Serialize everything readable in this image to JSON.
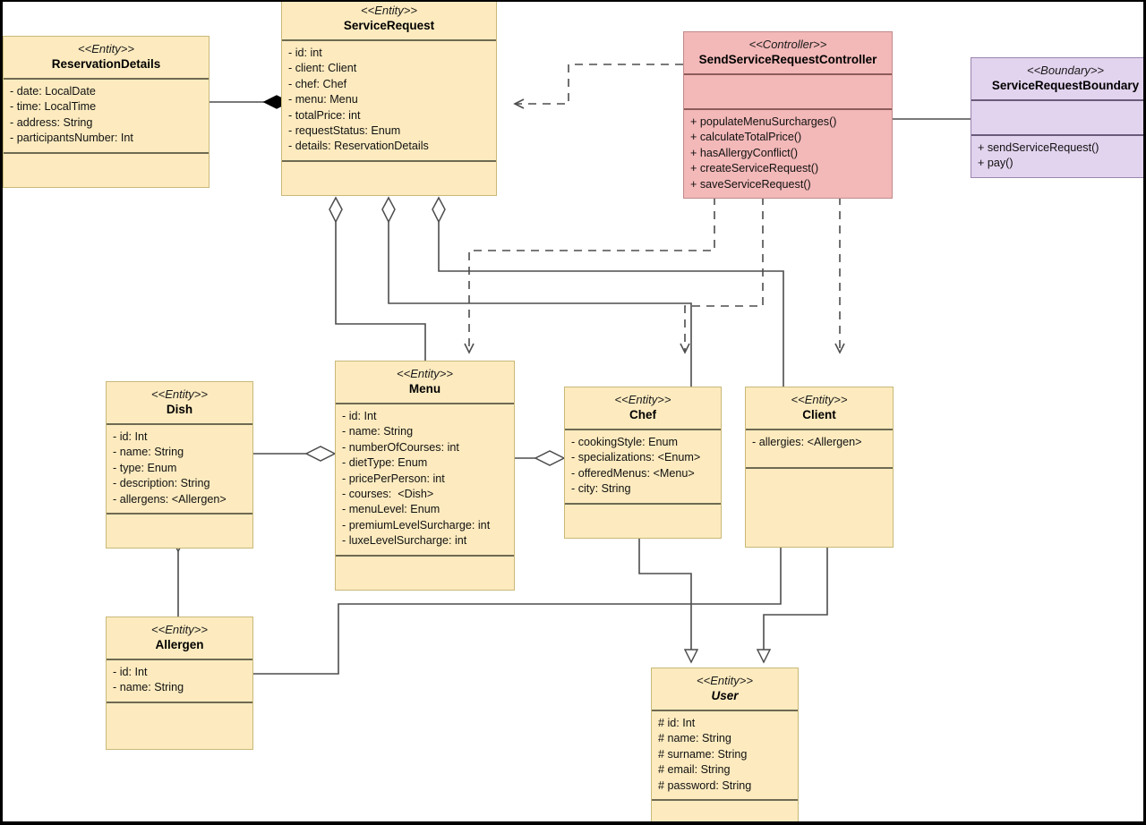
{
  "diagram": {
    "title": "Service Request UML Class Diagram",
    "type": "uml-class-diagram",
    "colors": {
      "entity_fill": "#fdebbf",
      "entity_border": "#c8b878",
      "controller_fill": "#f3b8b8",
      "controller_border": "#c08b8b",
      "boundary_fill": "#e2d3ee",
      "boundary_border": "#9b86ae",
      "line": "#4d4d4d",
      "separator": "#6e6a52",
      "background": "#ffffff"
    }
  },
  "classes": {
    "reservation_details": {
      "stereotype": "<<Entity>>",
      "name": "ReservationDetails",
      "attributes": [
        "- date: LocalDate",
        "- time: LocalTime",
        "- address: String",
        "- participantsNumber: Int"
      ],
      "operations": []
    },
    "service_request": {
      "stereotype": "<<Entity>>",
      "name": "ServiceRequest",
      "attributes": [
        "- id: int",
        "- client: Client",
        "- chef: Chef",
        "- menu: Menu",
        "- totalPrice: int",
        "- requestStatus: Enum",
        "- details: ReservationDetails"
      ],
      "operations": []
    },
    "send_service_request_controller": {
      "stereotype": "<<Controller>>",
      "name": "SendServiceRequestController",
      "attributes": [],
      "operations": [
        "+ populateMenuSurcharges()",
        "+ calculateTotalPrice()",
        "+ hasAllergyConflict()",
        "+ createServiceRequest()",
        "+ saveServiceRequest()"
      ]
    },
    "service_request_boundary": {
      "stereotype": "<<Boundary>>",
      "name": "ServiceRequestBoundary",
      "attributes": [],
      "operations": [
        "+ sendServiceRequest()",
        "+ pay()"
      ]
    },
    "dish": {
      "stereotype": "<<Entity>>",
      "name": "Dish",
      "attributes": [
        "- id: Int",
        "- name: String",
        "- type: Enum",
        "- description: String",
        "- allergens: <Allergen>"
      ],
      "operations": []
    },
    "menu": {
      "stereotype": "<<Entity>>",
      "name": "Menu",
      "attributes": [
        "- id: Int",
        "- name: String",
        "- numberOfCourses: int",
        "- dietType: Enum",
        "- pricePerPerson: int",
        "- courses:  <Dish>",
        "- menuLevel: Enum",
        "- premiumLevelSurcharge: int",
        "- luxeLevelSurcharge: int"
      ],
      "operations": []
    },
    "chef": {
      "stereotype": "<<Entity>>",
      "name": "Chef",
      "attributes": [
        "- cookingStyle: Enum",
        "- specializations: <Enum>",
        "- offeredMenus: <Menu>",
        "- city: String"
      ],
      "operations": []
    },
    "client": {
      "stereotype": "<<Entity>>",
      "name": "Client",
      "attributes": [
        "- allergies: <Allergen>"
      ],
      "operations": []
    },
    "allergen": {
      "stereotype": "<<Entity>>",
      "name": "Allergen",
      "attributes": [
        "- id: Int",
        "- name: String"
      ],
      "operations": []
    },
    "user": {
      "stereotype": "<<Entity>>",
      "name": "User",
      "abstract": true,
      "attributes": [
        "# id: Int",
        "# name: String",
        "# surname: String",
        "# email: String",
        "# password: String"
      ],
      "operations": []
    }
  },
  "relationships": [
    {
      "from": "ReservationDetails",
      "to": "ServiceRequest",
      "type": "composition",
      "marker": "filled-diamond"
    },
    {
      "from": "ServiceRequest",
      "to": "Menu",
      "type": "aggregation",
      "marker": "hollow-diamond"
    },
    {
      "from": "ServiceRequest",
      "to": "Chef",
      "type": "aggregation",
      "marker": "hollow-diamond"
    },
    {
      "from": "ServiceRequest",
      "to": "Client",
      "type": "aggregation",
      "marker": "hollow-diamond"
    },
    {
      "from": "SendServiceRequestController",
      "to": "ServiceRequest",
      "type": "dependency",
      "marker": "open-arrow"
    },
    {
      "from": "SendServiceRequestController",
      "to": "Menu",
      "type": "dependency",
      "marker": "open-arrow"
    },
    {
      "from": "SendServiceRequestController",
      "to": "Chef",
      "type": "dependency",
      "marker": "open-arrow"
    },
    {
      "from": "SendServiceRequestController",
      "to": "Client",
      "type": "dependency",
      "marker": "open-arrow"
    },
    {
      "from": "ServiceRequestBoundary",
      "to": "SendServiceRequestController",
      "type": "association",
      "marker": "none"
    },
    {
      "from": "Menu",
      "to": "Dish",
      "type": "aggregation",
      "marker": "hollow-diamond"
    },
    {
      "from": "Chef",
      "to": "Menu",
      "type": "aggregation",
      "marker": "hollow-diamond"
    },
    {
      "from": "Dish",
      "to": "Allergen",
      "type": "aggregation",
      "marker": "hollow-diamond"
    },
    {
      "from": "Client",
      "to": "Allergen",
      "type": "aggregation",
      "marker": "hollow-diamond"
    },
    {
      "from": "Chef",
      "to": "User",
      "type": "generalization",
      "marker": "hollow-triangle"
    },
    {
      "from": "Client",
      "to": "User",
      "type": "generalization",
      "marker": "hollow-triangle"
    }
  ]
}
